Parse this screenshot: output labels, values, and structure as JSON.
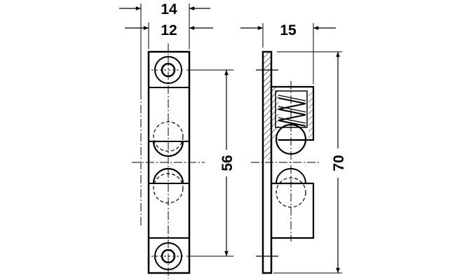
{
  "drawing": {
    "dimensions": {
      "overall_width": "14",
      "body_width": "12",
      "depth": "15",
      "hole_spacing": "56",
      "overall_length": "70"
    },
    "colors": {
      "line": "#000000",
      "background": "#ffffff"
    }
  }
}
